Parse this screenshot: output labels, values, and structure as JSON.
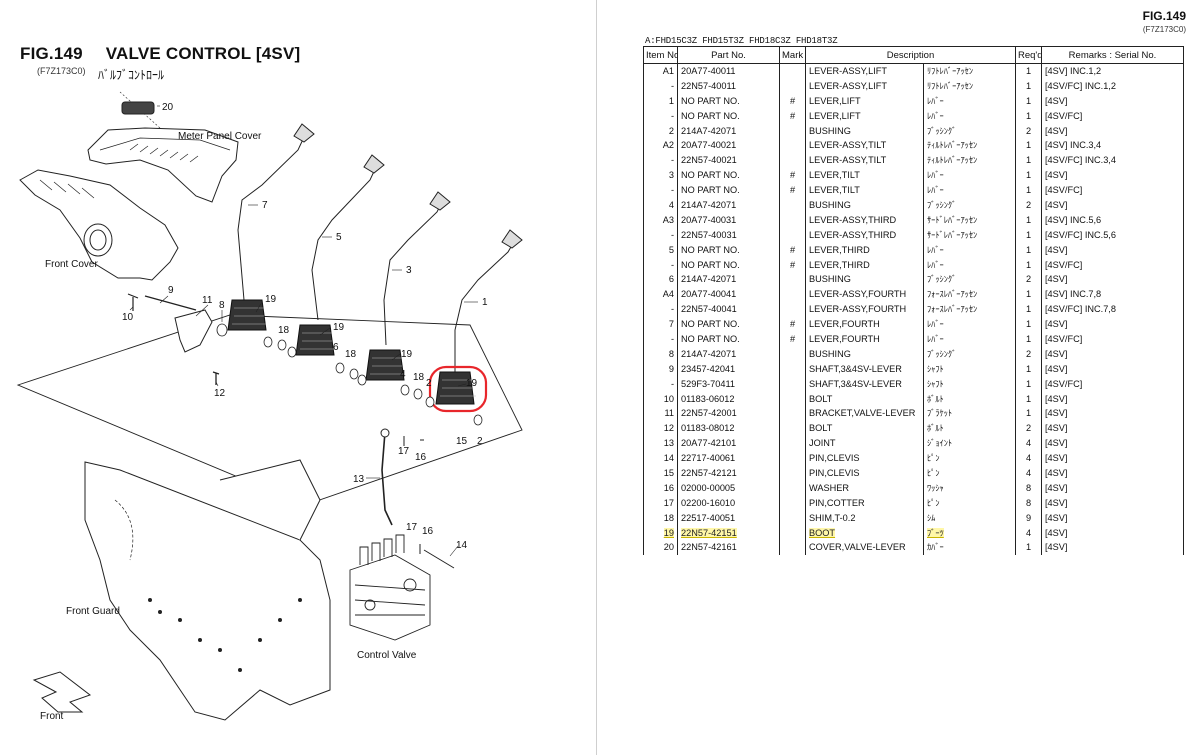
{
  "left": {
    "fig_label": "FIG.149",
    "fig_name": "VALVE CONTROL [4SV]",
    "fig_code": "(F7Z173C0)",
    "fig_jp": "ﾊﾞﾙﾌﾞｺﾝﾄﾛｰﾙ",
    "callouts": {
      "meter_panel_cover": "Meter Panel Cover",
      "front_cover": "Front Cover",
      "front_guard": "Front Guard",
      "control_valve": "Control Valve",
      "front": "Front"
    },
    "numbers": {
      "n20": "20",
      "n7": "7",
      "n5": "5",
      "n3": "3",
      "n1": "1",
      "n9": "9",
      "n10": "10",
      "n11": "11",
      "n8": "8",
      "n19": "19",
      "n18": "18",
      "n6": "6",
      "n4": "4",
      "n2": "2",
      "n12": "12",
      "n13": "13",
      "n15": "15",
      "n16": "16",
      "n17": "17",
      "n14": "14"
    }
  },
  "right": {
    "fig_label": "FIG.149",
    "fig_code": "(F7Z173C0)",
    "models": "A:FHD15C3Z FHD15T3Z FHD18C3Z FHD18T3Z",
    "headers": {
      "item": "Item No",
      "part": "Part No.",
      "mark": "Mark",
      "desc": "Description",
      "req": "Req'd",
      "remarks": "Remarks : Serial No."
    },
    "rows": [
      {
        "item": "A1",
        "part": "20A77-40011",
        "mark": "",
        "desc": "LEVER-ASSY,LIFT",
        "jp": "ﾘﾌﾄﾚﾊﾞｰｱｯｾﾝ",
        "req": "1",
        "rem": "[4SV] INC.1,2"
      },
      {
        "item": "-",
        "part": "22N57-40011",
        "mark": "",
        "desc": "LEVER-ASSY,LIFT",
        "jp": "ﾘﾌﾄﾚﾊﾞｰｱｯｾﾝ",
        "req": "1",
        "rem": "[4SV/FC] INC.1,2"
      },
      {
        "item": "1",
        "part": "NO PART NO.",
        "mark": "#",
        "desc": "LEVER,LIFT",
        "jp": "ﾚﾊﾞｰ",
        "req": "1",
        "rem": "[4SV]"
      },
      {
        "item": "-",
        "part": "NO PART NO.",
        "mark": "#",
        "desc": "LEVER,LIFT",
        "jp": "ﾚﾊﾞｰ",
        "req": "1",
        "rem": "[4SV/FC]"
      },
      {
        "item": "2",
        "part": "214A7-42071",
        "mark": "",
        "desc": "BUSHING",
        "jp": "ﾌﾞｯｼﾝｸﾞ",
        "req": "2",
        "rem": "[4SV]"
      },
      {
        "item": "A2",
        "part": "20A77-40021",
        "mark": "",
        "desc": "LEVER-ASSY,TILT",
        "jp": "ﾃｨﾙﾄﾚﾊﾞｰｱｯｾﾝ",
        "req": "1",
        "rem": "[4SV] INC.3,4"
      },
      {
        "item": "-",
        "part": "22N57-40021",
        "mark": "",
        "desc": "LEVER-ASSY,TILT",
        "jp": "ﾃｨﾙﾄﾚﾊﾞｰｱｯｾﾝ",
        "req": "1",
        "rem": "[4SV/FC] INC.3,4"
      },
      {
        "item": "3",
        "part": "NO PART NO.",
        "mark": "#",
        "desc": "LEVER,TILT",
        "jp": "ﾚﾊﾞｰ",
        "req": "1",
        "rem": "[4SV]"
      },
      {
        "item": "-",
        "part": "NO PART NO.",
        "mark": "#",
        "desc": "LEVER,TILT",
        "jp": "ﾚﾊﾞｰ",
        "req": "1",
        "rem": "[4SV/FC]"
      },
      {
        "item": "4",
        "part": "214A7-42071",
        "mark": "",
        "desc": "BUSHING",
        "jp": "ﾌﾞｯｼﾝｸﾞ",
        "req": "2",
        "rem": "[4SV]"
      },
      {
        "item": "A3",
        "part": "20A77-40031",
        "mark": "",
        "desc": "LEVER-ASSY,THIRD",
        "jp": "ｻｰﾄﾞﾚﾊﾞｰｱｯｾﾝ",
        "req": "1",
        "rem": "[4SV] INC.5,6"
      },
      {
        "item": "-",
        "part": "22N57-40031",
        "mark": "",
        "desc": "LEVER-ASSY,THIRD",
        "jp": "ｻｰﾄﾞﾚﾊﾞｰｱｯｾﾝ",
        "req": "1",
        "rem": "[4SV/FC] INC.5,6"
      },
      {
        "item": "5",
        "part": "NO PART NO.",
        "mark": "#",
        "desc": "LEVER,THIRD",
        "jp": "ﾚﾊﾞｰ",
        "req": "1",
        "rem": "[4SV]"
      },
      {
        "item": "-",
        "part": "NO PART NO.",
        "mark": "#",
        "desc": "LEVER,THIRD",
        "jp": "ﾚﾊﾞｰ",
        "req": "1",
        "rem": "[4SV/FC]"
      },
      {
        "item": "6",
        "part": "214A7-42071",
        "mark": "",
        "desc": "BUSHING",
        "jp": "ﾌﾞｯｼﾝｸﾞ",
        "req": "2",
        "rem": "[4SV]"
      },
      {
        "item": "A4",
        "part": "20A77-40041",
        "mark": "",
        "desc": "LEVER-ASSY,FOURTH",
        "jp": "ﾌｫｰｽﾚﾊﾞｰｱｯｾﾝ",
        "req": "1",
        "rem": "[4SV] INC.7,8"
      },
      {
        "item": "-",
        "part": "22N57-40041",
        "mark": "",
        "desc": "LEVER-ASSY,FOURTH",
        "jp": "ﾌｫｰｽﾚﾊﾞｰｱｯｾﾝ",
        "req": "1",
        "rem": "[4SV/FC] INC.7,8"
      },
      {
        "item": "7",
        "part": "NO PART NO.",
        "mark": "#",
        "desc": "LEVER,FOURTH",
        "jp": "ﾚﾊﾞｰ",
        "req": "1",
        "rem": "[4SV]"
      },
      {
        "item": "-",
        "part": "NO PART NO.",
        "mark": "#",
        "desc": "LEVER,FOURTH",
        "jp": "ﾚﾊﾞｰ",
        "req": "1",
        "rem": "[4SV/FC]"
      },
      {
        "item": "8",
        "part": "214A7-42071",
        "mark": "",
        "desc": "BUSHING",
        "jp": "ﾌﾞｯｼﾝｸﾞ",
        "req": "2",
        "rem": "[4SV]"
      },
      {
        "item": "9",
        "part": "23457-42041",
        "mark": "",
        "desc": "SHAFT,3&4SV-LEVER",
        "jp": "ｼｬﾌﾄ",
        "req": "1",
        "rem": "[4SV]"
      },
      {
        "item": "-",
        "part": "529F3-70411",
        "mark": "",
        "desc": "SHAFT,3&4SV-LEVER",
        "jp": "ｼｬﾌﾄ",
        "req": "1",
        "rem": "[4SV/FC]"
      },
      {
        "item": "10",
        "part": "01183-06012",
        "mark": "",
        "desc": "BOLT",
        "jp": "ﾎﾞﾙﾄ",
        "req": "1",
        "rem": "[4SV]"
      },
      {
        "item": "11",
        "part": "22N57-42001",
        "mark": "",
        "desc": "BRACKET,VALVE-LEVER",
        "jp": "ﾌﾞﾗｹｯﾄ",
        "req": "1",
        "rem": "[4SV]"
      },
      {
        "item": "12",
        "part": "01183-08012",
        "mark": "",
        "desc": "BOLT",
        "jp": "ﾎﾞﾙﾄ",
        "req": "2",
        "rem": "[4SV]"
      },
      {
        "item": "13",
        "part": "20A77-42101",
        "mark": "",
        "desc": "JOINT",
        "jp": "ｼﾞｮｲﾝﾄ",
        "req": "4",
        "rem": "[4SV]"
      },
      {
        "item": "14",
        "part": "22717-40061",
        "mark": "",
        "desc": "PIN,CLEVIS",
        "jp": "ﾋﾟﾝ",
        "req": "4",
        "rem": "[4SV]"
      },
      {
        "item": "15",
        "part": "22N57-42121",
        "mark": "",
        "desc": "PIN,CLEVIS",
        "jp": "ﾋﾟﾝ",
        "req": "4",
        "rem": "[4SV]"
      },
      {
        "item": "16",
        "part": "02000-00005",
        "mark": "",
        "desc": "WASHER",
        "jp": "ﾜｯｼｬ",
        "req": "8",
        "rem": "[4SV]"
      },
      {
        "item": "17",
        "part": "02200-16010",
        "mark": "",
        "desc": "PIN,COTTER",
        "jp": "ﾋﾟﾝ",
        "req": "8",
        "rem": "[4SV]"
      },
      {
        "item": "18",
        "part": "22517-40051",
        "mark": "",
        "desc": "SHIM,T-0.2",
        "jp": "ｼﾑ",
        "req": "9",
        "rem": "[4SV]"
      },
      {
        "item": "19",
        "part": "22N57-42151",
        "mark": "",
        "desc": "BOOT",
        "jp": "ﾌﾞｰﾂ",
        "req": "4",
        "rem": "[4SV]",
        "highlight": true
      },
      {
        "item": "20",
        "part": "22N57-42161",
        "mark": "",
        "desc": "COVER,VALVE-LEVER",
        "jp": "ｶﾊﾞｰ",
        "req": "1",
        "rem": "[4SV]"
      }
    ]
  },
  "colors": {
    "highlight_fill": "#fff7a8",
    "highlight_circle": "#e8262b",
    "line": "#222222"
  }
}
